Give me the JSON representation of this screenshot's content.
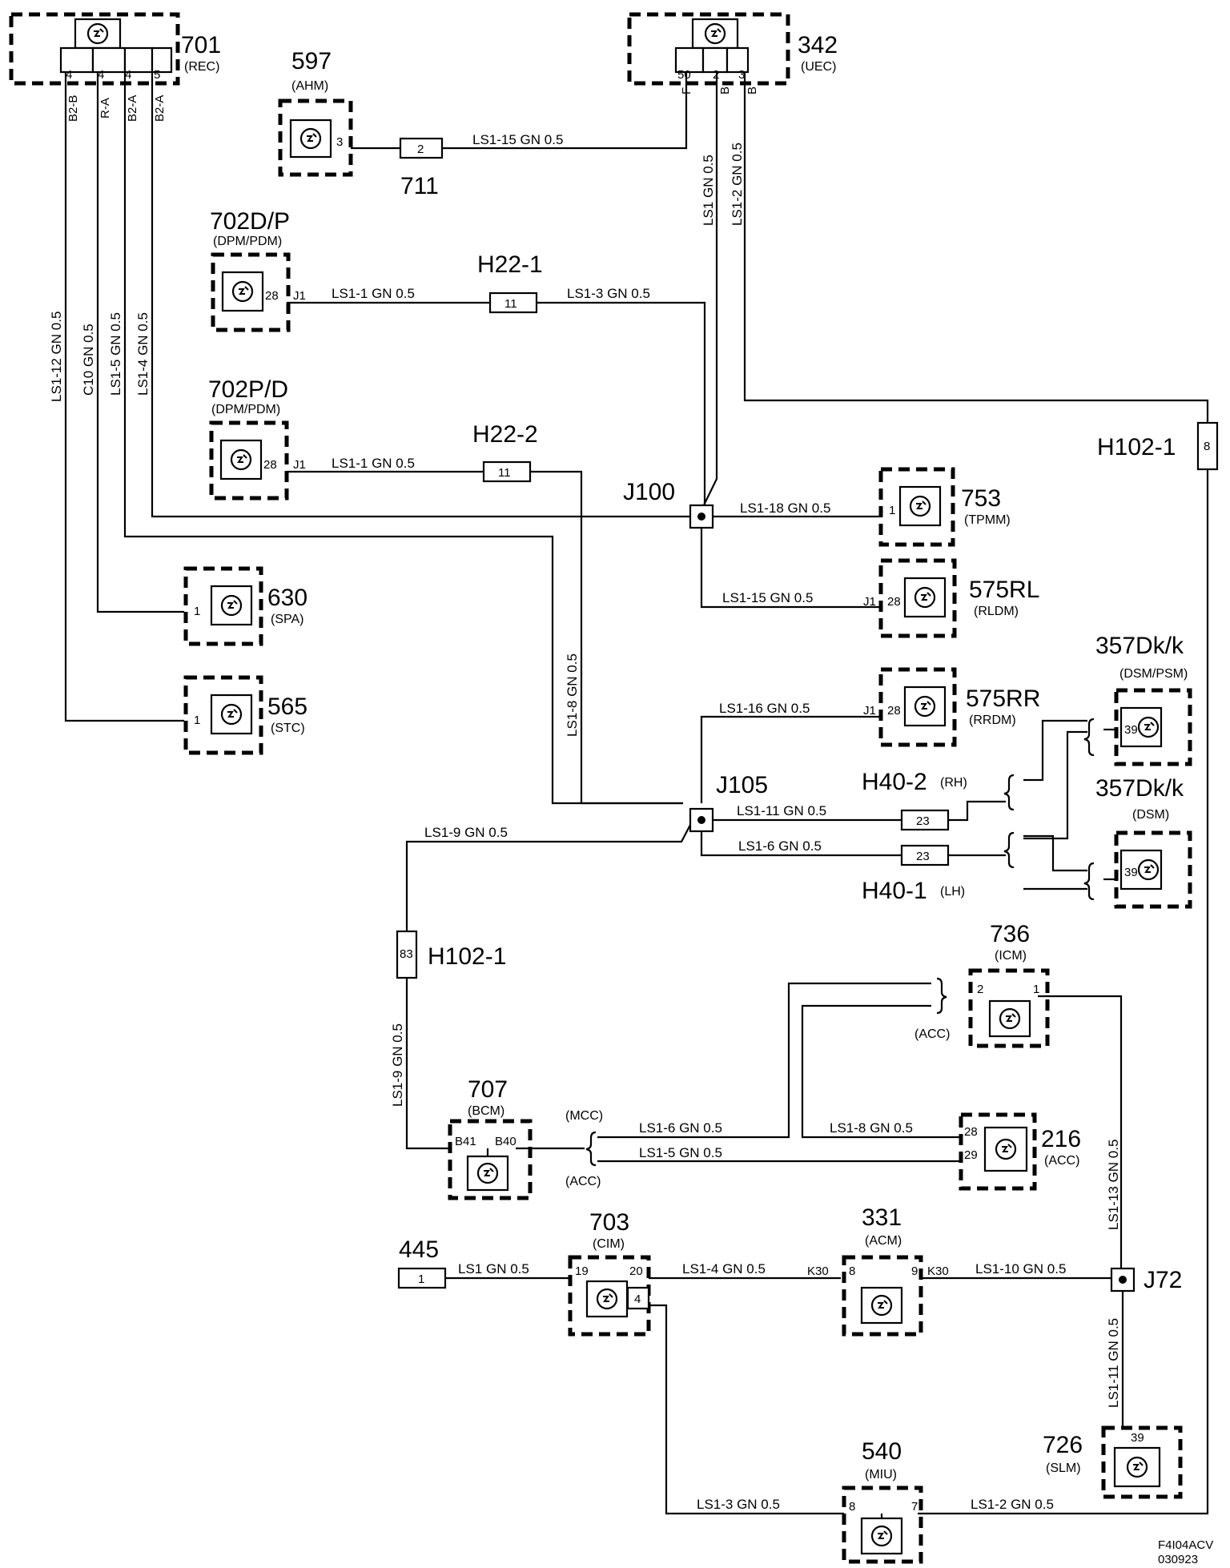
{
  "components": {
    "c701": {
      "id": "701",
      "abbr": "(REC)",
      "pins": [
        "4",
        "4",
        "4",
        "5"
      ]
    },
    "c342": {
      "id": "342",
      "abbr": "(UEC)",
      "pins": [
        "50",
        "2",
        "3"
      ],
      "pin_letters": [
        "F",
        "B",
        "B"
      ]
    },
    "c597": {
      "id": "597",
      "abbr": "(AHM)",
      "pin": "3"
    },
    "c702a": {
      "id": "702D/P",
      "abbr": "(DPM/PDM)",
      "pin": "28",
      "pin2": "J1"
    },
    "c702b": {
      "id": "702P/D",
      "abbr": "(DPM/PDM)",
      "pin": "28",
      "pin2": "J1"
    },
    "c753": {
      "id": "753",
      "abbr": "(TPMM)",
      "pin": "1"
    },
    "c575rl": {
      "id": "575RL",
      "abbr": "(RLDM)",
      "pin": "28",
      "pin2": "J1"
    },
    "c630": {
      "id": "630",
      "abbr": "(SPA)",
      "pin": "1"
    },
    "c565": {
      "id": "565",
      "abbr": "(STC)",
      "pin": "1"
    },
    "c575rr": {
      "id": "575RR",
      "abbr": "(RRDM)",
      "pin": "28",
      "pin2": "J1"
    },
    "c357a": {
      "id": "357Dk/k",
      "abbr": "(DSM/PSM)",
      "pin": "39"
    },
    "c357b": {
      "id": "357Dk/k",
      "abbr": "(DSM)",
      "pin": "39"
    },
    "c736": {
      "id": "736",
      "abbr": "(ICM)",
      "pins": [
        "2",
        "1"
      ]
    },
    "c707": {
      "id": "707",
      "abbr": "(BCM)",
      "pins": [
        "B41",
        "B40"
      ]
    },
    "c216": {
      "id": "216",
      "abbr": "(ACC)",
      "pins": [
        "28",
        "29"
      ]
    },
    "c703": {
      "id": "703",
      "abbr": "(CIM)",
      "pins": [
        "19",
        "20",
        "4"
      ]
    },
    "c331": {
      "id": "331",
      "abbr": "(ACM)",
      "pins": [
        "8",
        "9"
      ],
      "pin_k": [
        "K30",
        "K30"
      ]
    },
    "c726": {
      "id": "726",
      "abbr": "(SLM)",
      "pin": "39"
    },
    "c540": {
      "id": "540",
      "abbr": "(MIU)",
      "pins": [
        "8",
        "7"
      ]
    }
  },
  "connectors": {
    "x711": {
      "id": "711",
      "pin": "2"
    },
    "h22_1": {
      "id": "H22-1",
      "pin": "11"
    },
    "h22_2": {
      "id": "H22-2",
      "pin": "11"
    },
    "h102_1a": {
      "id": "H102-1",
      "pin": "8"
    },
    "h102_1b": {
      "id": "H102-1",
      "pin": "83"
    },
    "h40_2": {
      "id": "H40-2",
      "side": "(RH)",
      "pin": "23"
    },
    "h40_1": {
      "id": "H40-1",
      "side": "(LH)",
      "pin": "23"
    },
    "x445": {
      "id": "445",
      "pin": "1"
    }
  },
  "splices": {
    "j100": "J100",
    "j105": "J105",
    "j72": "J72"
  },
  "wires": {
    "w701_1": "LS1-12  GN  0.5",
    "w701_2": "C10  GN  0.5",
    "w701_3": "LS1-5  GN  0.5",
    "w701_4": "LS1-4  GN  0.5",
    "t701_1": "B2-B",
    "t701_2": "R-A",
    "t701_3": "B2-A",
    "t701_4": "B2-A",
    "w597": "LS1-15  GN  0.5",
    "w342_1": "LS1  GN  0.5",
    "w342_2": "LS1-2  GN  0.5",
    "w702a_l": "LS1-1   GN   0.5",
    "w702a_r": "LS1-3    GN   0.5",
    "w702b_l": "LS1-1   GN   0.5",
    "w753": "LS1-18   GN   0.5",
    "w575rl": "LS1-15   GN   0.5",
    "w_ls18": "LS1-8  GN  0.5",
    "w575rr": "LS1-16   GN   0.5",
    "w_ls111": "LS1-11    GN   0.5",
    "w_ls16": "LS1-6    GN   0.5",
    "w_ls19": "LS1-9    GN   0.5",
    "w_ls19v": "LS1-9   GN   0.5",
    "w_mcc": "LS1-6    GN    0.5",
    "w_acc": "LS1-5    GN    0.5",
    "w_216": "LS1-8    GN   0.5",
    "w_ls113": "LS1-13   GN   0.5",
    "w445": "LS1    GN    0.5",
    "w_ls14": "LS1-4    GN    0.5",
    "w_ls110": "LS1-10    GN    0.5",
    "w_ls111v": "LS1-11  GN  0.5",
    "w_ls13": "LS1-3    GN    0.5",
    "w_ls12": "LS1-2    GN    0.5"
  },
  "notes": {
    "mcc": "(MCC)",
    "acc1": "(ACC)",
    "acc2": "(ACC)"
  },
  "footer": {
    "code": "F4I04ACV",
    "date": "030923"
  }
}
